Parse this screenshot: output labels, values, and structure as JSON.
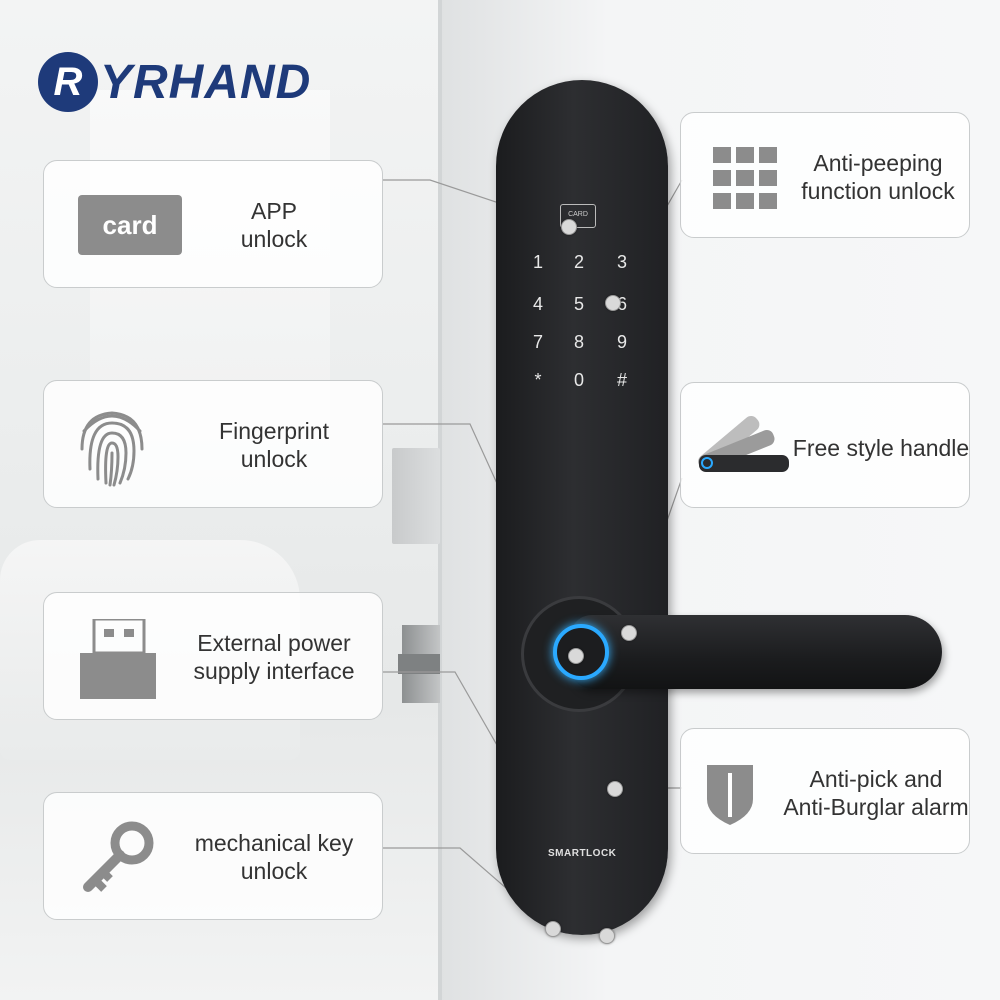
{
  "brand": {
    "logo_letter": "R",
    "name": "YRHAND"
  },
  "features": {
    "app": {
      "badge": "card",
      "line1": "APP",
      "line2": "unlock"
    },
    "fingerprint": {
      "line1": "Fingerprint",
      "line2": "unlock"
    },
    "power": {
      "line1": "External power",
      "line2": "supply interface"
    },
    "key": {
      "line1": "mechanical key",
      "line2": "unlock"
    },
    "peeping": {
      "line1": "Anti-peeping",
      "line2": "function unlock"
    },
    "handle": {
      "line1": "Free style handle"
    },
    "antipick": {
      "line1": "Anti-pick and",
      "line2": "Anti-Burglar alarm"
    }
  },
  "lock": {
    "rfid_label": "CARD",
    "keys": [
      "1",
      "2",
      "3",
      "4",
      "5",
      "6",
      "7",
      "8",
      "9",
      "*",
      "0",
      "#"
    ],
    "model_label": "SMARTLOCK"
  },
  "colors": {
    "brand": "#1e3a7a",
    "fingerprint_ring": "#2aa9ff",
    "icon_gray": "#8c8c8c"
  }
}
